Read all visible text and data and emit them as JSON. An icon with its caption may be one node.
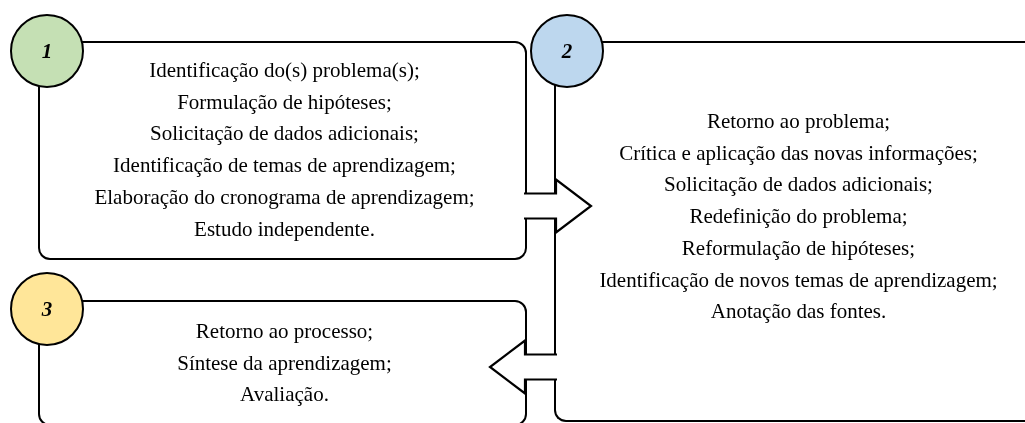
{
  "diagram": {
    "nodes": [
      {
        "text": [
          "1"
        ]
      },
      {
        "text": [
          "Identificação do(s) problema(s);",
          "Formulação de hipóteses;",
          "Solicitação de dados adicionais;",
          "Identificação de temas de aprendizagem;",
          "Elaboração do cronograma de aprendizagem;",
          "Estudo independente."
        ]
      },
      {
        "text": [
          "2"
        ]
      },
      {
        "text": [
          "Retorno ao problema;",
          "Crítica e aplicação das novas informações;",
          "Solicitação de dados adicionais;",
          "Redefinição do problema;",
          "Reformulação de hipóteses;",
          "Identificação de novos temas de aprendizagem;",
          "Anotação das fontes."
        ]
      },
      {
        "text": [
          "3"
        ]
      },
      {
        "text": [
          "Retorno ao processo;",
          "Síntese da aprendizagem;",
          "Avaliação."
        ]
      }
    ],
    "edges": [
      {
        "from": 1,
        "to": 3,
        "arrow": "to"
      },
      {
        "from": 3,
        "to": 5,
        "arrow": "to"
      }
    ]
  }
}
